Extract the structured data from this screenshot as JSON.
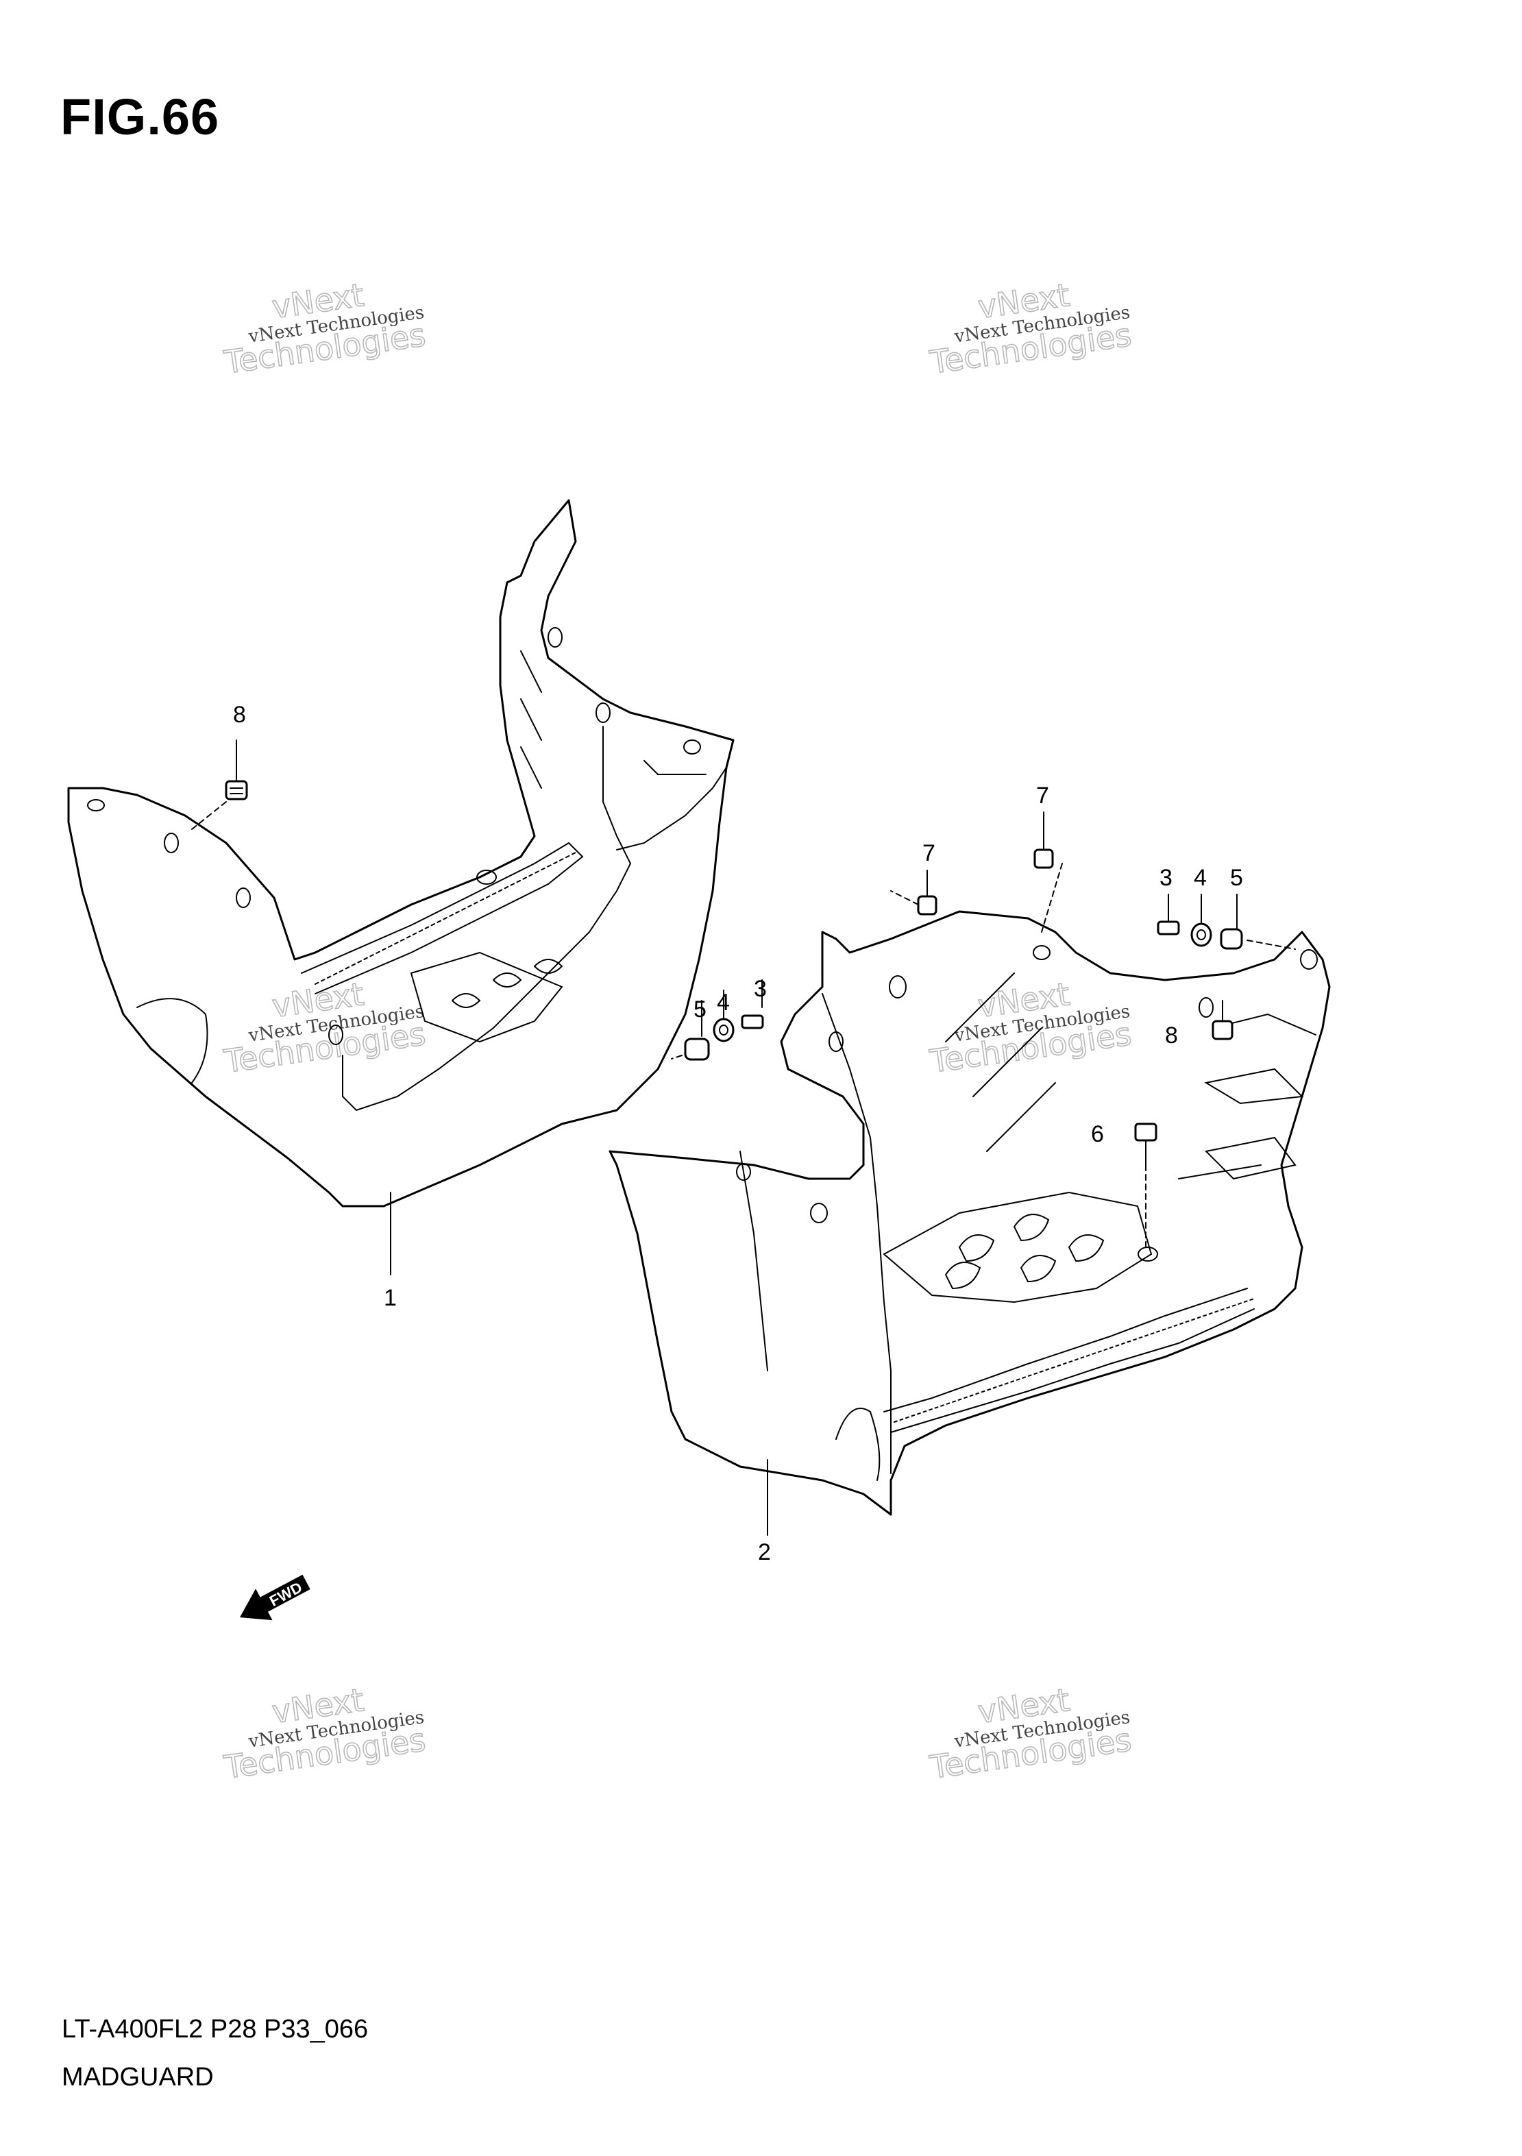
{
  "figure_title": "FIG.66",
  "footer": {
    "model_code": "LT-A400FL2 P28 P33_066",
    "part_name": "MADGUARD"
  },
  "watermark": {
    "line1": "vNext Technologies",
    "line2": "vNext",
    "line3": "Technologies"
  },
  "fwd_label": "FWD",
  "callouts": [
    "1",
    "2",
    "3",
    "4",
    "5",
    "6",
    "7",
    "8"
  ]
}
